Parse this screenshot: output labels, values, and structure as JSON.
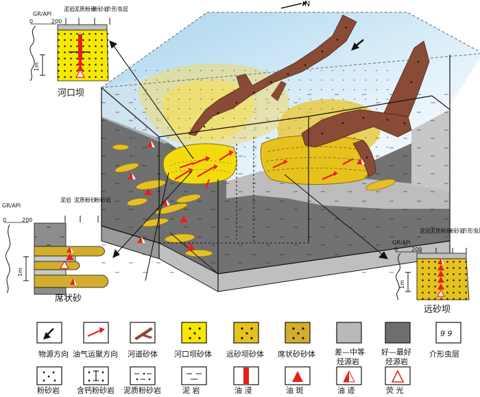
{
  "north": "N",
  "sections": {
    "hekouba": {
      "name": "河口坝",
      "gr_label": "GR/API",
      "gr_min": "0",
      "gr_max": "200",
      "scale": "1m",
      "columns": [
        "泥岩",
        "泥质粉砂",
        "粉砂岩",
        "介形虫层"
      ]
    },
    "xizhuangsha": {
      "name": "席状砂",
      "gr_label": "GR/API",
      "gr_min": "0",
      "gr_max": "200",
      "scale": "1m",
      "columns": [
        "泥岩",
        "泥质粉砂",
        "粉砂岩"
      ]
    },
    "yuanshaba": {
      "name": "远砂坝",
      "gr_label": "GR/API",
      "gr_min": "0",
      "gr_max": "200",
      "scale": "1m",
      "columns": [
        "泥岩",
        "泥质粉砂",
        "粉砂岩",
        "介形虫层"
      ]
    }
  },
  "legend_row1": [
    {
      "icon": "source-direction-arrow-icon",
      "label": "物源方向"
    },
    {
      "icon": "hydrocarbon-migration-arrow-icon",
      "label": "油气运聚方向"
    },
    {
      "icon": "channel-sand-icon",
      "label": "河道砂体"
    },
    {
      "icon": "mouth-bar-sand-icon",
      "label": "河口坝砂体"
    },
    {
      "icon": "distal-bar-sand-icon",
      "label": "远砂坝砂体"
    },
    {
      "icon": "sheet-sand-icon",
      "label": "席状砂砂体"
    },
    {
      "icon": "poor-medium-source-rock-icon",
      "label": "差—中等\n烃源岩"
    },
    {
      "icon": "good-best-source-rock-icon",
      "label": "好—最好\n烃源岩"
    },
    {
      "icon": "ostracod-layer-icon",
      "label": "介形虫层"
    }
  ],
  "legend_row2": [
    {
      "icon": "siltstone-icon",
      "label": "粉砂岩"
    },
    {
      "icon": "calcareous-siltstone-icon",
      "label": "含钙粉砂岩"
    },
    {
      "icon": "argillaceous-siltstone-icon",
      "label": "泥质粉砂岩"
    },
    {
      "icon": "mudstone-icon",
      "label": "泥 岩"
    },
    {
      "icon": "oil-immersion-icon",
      "label": "油 浸"
    },
    {
      "icon": "oil-spot-icon",
      "label": "油 斑"
    },
    {
      "icon": "oil-trace-icon",
      "label": "油 迹"
    },
    {
      "icon": "fluorescence-icon",
      "label": "荧 光"
    }
  ],
  "colors": {
    "mouth_bar": "#f7e800",
    "distal_bar": "#e6c21e",
    "sheet_sand": "#d2ae2c",
    "channel": "#8a4b36",
    "poor_source": "#b9b9b9",
    "good_source": "#6e6e6e",
    "water": "#bfe0f2",
    "oil": "#e8201c"
  }
}
